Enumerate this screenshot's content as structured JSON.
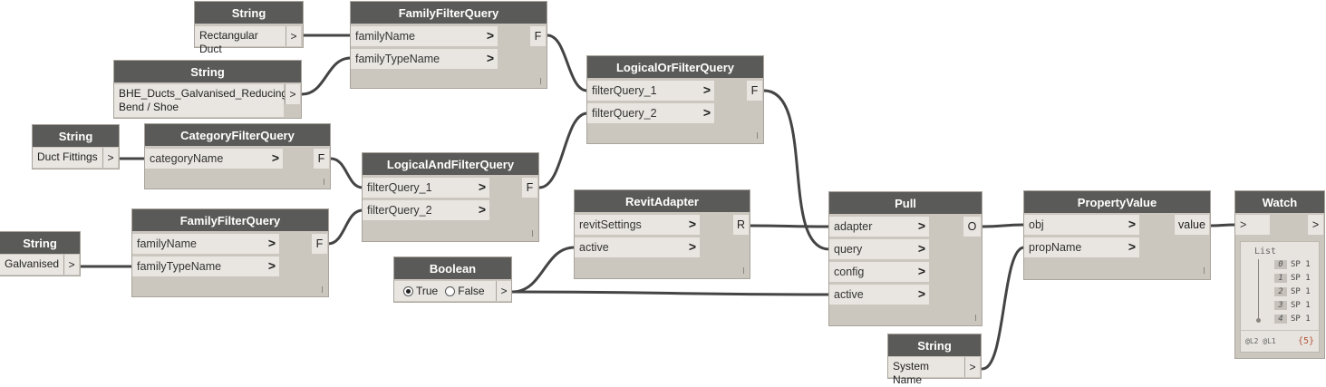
{
  "nodes": {
    "str_duct": {
      "title": "String",
      "value": "Rectangular Duct",
      "out": ">"
    },
    "str_bhe": {
      "title": "String",
      "value_line1": "BHE_Ducts_Galvanised_Reducing",
      "value_line2": "Bend / Shoe",
      "out": ">"
    },
    "str_fittings": {
      "title": "String",
      "value": "Duct Fittings",
      "out": ">"
    },
    "str_galv": {
      "title": "String",
      "value": "Galvanised",
      "out": ">"
    },
    "str_sysname": {
      "title": "String",
      "value": "System Name",
      "out": ">"
    },
    "ffq1": {
      "title": "FamilyFilterQuery",
      "in1": "familyName",
      "in2": "familyTypeName",
      "out": "F"
    },
    "ffq2": {
      "title": "FamilyFilterQuery",
      "in1": "familyName",
      "in2": "familyTypeName",
      "out": "F"
    },
    "cfq": {
      "title": "CategoryFilterQuery",
      "in1": "categoryName",
      "out": "F"
    },
    "lor": {
      "title": "LogicalOrFilterQuery",
      "in1": "filterQuery_1",
      "in2": "filterQuery_2",
      "out": "F"
    },
    "land": {
      "title": "LogicalAndFilterQuery",
      "in1": "filterQuery_1",
      "in2": "filterQuery_2",
      "out": "F"
    },
    "bool": {
      "title": "Boolean",
      "true_label": "True",
      "false_label": "False",
      "selected": "True",
      "out": ">"
    },
    "revit": {
      "title": "RevitAdapter",
      "in1": "revitSettings",
      "in2": "active",
      "out": "R"
    },
    "pull": {
      "title": "Pull",
      "in1": "adapter",
      "in2": "query",
      "in3": "config",
      "in4": "active",
      "out": "O"
    },
    "prop": {
      "title": "PropertyValue",
      "in1": "obj",
      "in2": "propName",
      "out": "value"
    },
    "watch": {
      "title": "Watch",
      "in": ">",
      "out": ">",
      "list_label": "List",
      "items": [
        {
          "index": "0",
          "value": "SP 1"
        },
        {
          "index": "1",
          "value": "SP 1"
        },
        {
          "index": "2",
          "value": "SP 1"
        },
        {
          "index": "3",
          "value": "SP 1"
        },
        {
          "index": "4",
          "value": "SP 1"
        }
      ],
      "levels": "@L2 @L1",
      "count": "{5}"
    }
  },
  "chevron": ">",
  "lacing_mark": "I"
}
